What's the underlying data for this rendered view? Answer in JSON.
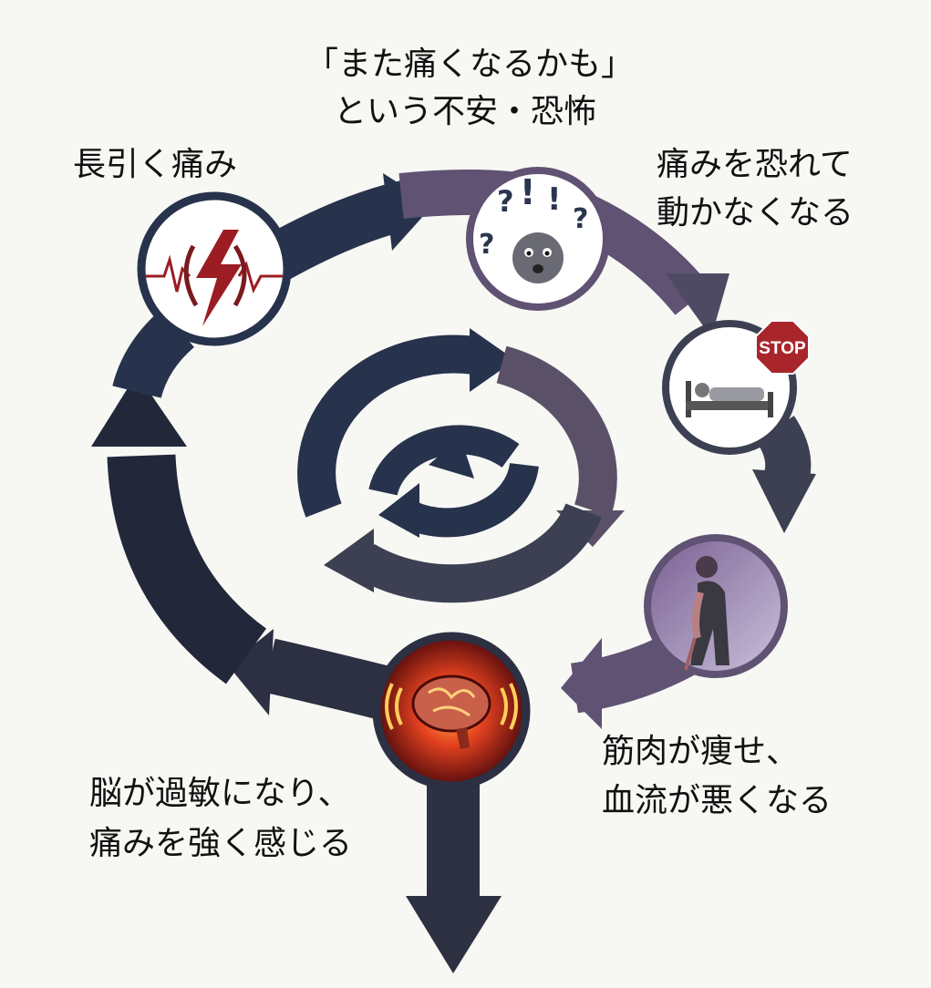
{
  "title": "Chronic pain vicious cycle",
  "colors": {
    "navy": "#27324c",
    "purple": "#5f5273",
    "slate": "#3c4052",
    "red": "#9b1c22",
    "background": "#f7f7f4"
  },
  "stages": [
    {
      "id": "prolonged-pain",
      "lines": [
        "長引く痛み"
      ],
      "icon": "lightning-pain-icon"
    },
    {
      "id": "fear",
      "lines": [
        "「また痛くなるかも」",
        "という不安・恐怖"
      ],
      "icon": "worried-face-icon"
    },
    {
      "id": "inactivity",
      "lines": [
        "痛みを恐れて",
        "動かなくなる"
      ],
      "icon": "bed-stop-icon",
      "sign": "STOP"
    },
    {
      "id": "muscle-loss",
      "lines": [
        "筋肉が痩せ、",
        "血流が悪くなる"
      ],
      "icon": "elderly-cane-icon"
    },
    {
      "id": "sensitization",
      "lines": [
        "脳が過敏になり、",
        "痛みを強く感じる"
      ],
      "icon": "glowing-brain-icon"
    }
  ],
  "fear_marks": "?? ! ! ?"
}
